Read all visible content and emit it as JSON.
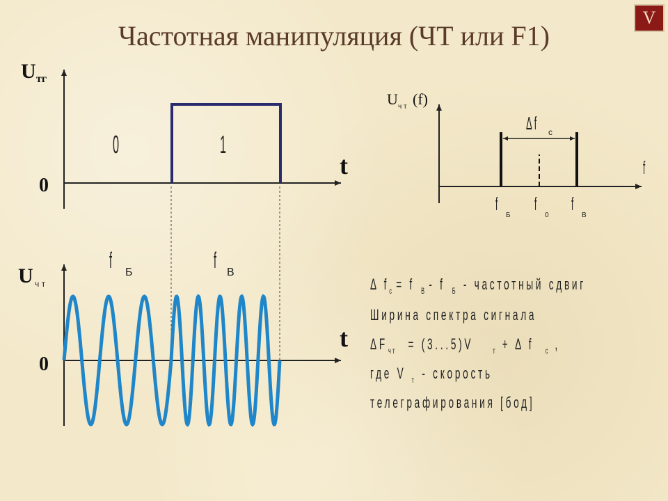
{
  "slide": {
    "title": "Частотная манипуляция (ЧТ или F1)",
    "nav_label": "V"
  },
  "colors": {
    "background": "#f3e8c9",
    "title": "#5a3a28",
    "pulse": "#2a2a6e",
    "sine": "#1f86c9",
    "nav": "#8b1a16"
  },
  "top_graph": {
    "y_label_main": "U",
    "y_label_sub": "тг",
    "x_label": "t",
    "origin": "0",
    "bit0": "0",
    "bit1": "1"
  },
  "bottom_graph": {
    "y_label_main": "U",
    "y_label_sub": "ч т",
    "x_label": "t",
    "origin": "0",
    "f_low_main": "f",
    "f_low_sub": "Б",
    "f_high_main": "f",
    "f_high_sub": "В"
  },
  "spectrum": {
    "y_label_main": "U",
    "y_label_sub": "ч т",
    "y_label_arg": "(f)",
    "x_label": "f",
    "delta_main": "Δ f",
    "delta_sub": "с",
    "fb_main": "f",
    "fb_sub": "Б",
    "f0_main": "f",
    "f0_sub": "0",
    "fv_main": "f",
    "fv_sub": "В"
  },
  "formulas": {
    "line1_a": "Δ f",
    "line1_a_sub": "с",
    "line1_b": "= f",
    "line1_b_sub": "В",
    "line1_c": "- f",
    "line1_c_sub": "Б",
    "line1_d": "- частотный сдвиг",
    "line2": "Ширина спектра сигнала",
    "line3_a": "ΔF",
    "line3_a_sub": "ч т",
    "line3_b": "= (3...5)V",
    "line3_b_sub": "т",
    "line3_c": "+ Δ f",
    "line3_c_sub": "с",
    "line3_d": ",",
    "line4_a": "где V",
    "line4_a_sub": "т",
    "line4_b": "- скорость",
    "line5": "телеграфирования [бод]"
  }
}
